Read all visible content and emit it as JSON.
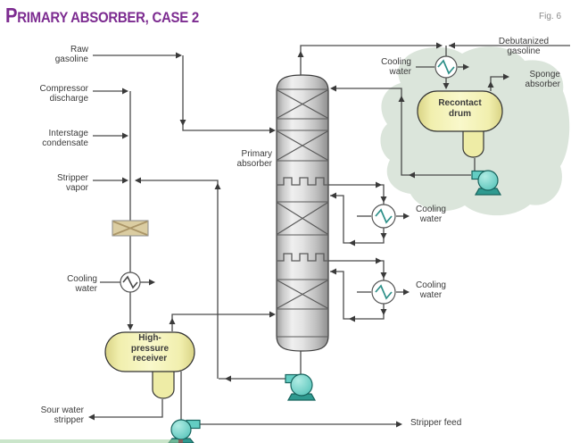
{
  "title": "PRIMARY ABSORBER, CASE 2",
  "fig_label": "Fig. 6",
  "labels": {
    "raw_gasoline": "Raw\ngasoline",
    "compressor_discharge": "Compressor\ndischarge",
    "interstage_condensate": "Interstage\ncondensate",
    "stripper_vapor": "Stripper\nvapor",
    "cooling_water_left": "Cooling\nwater",
    "sour_water_stripper": "Sour water\nstripper",
    "primary_absorber": "Primary\nabsorber",
    "debutanized_gasoline": "Debutanized\ngasoline",
    "cooling_water_overhead": "Cooling\nwater",
    "sponge_absorber": "Sponge\nabsorber",
    "cooling_water_intercooler_upper": "Cooling\nwater",
    "cooling_water_intercooler_lower": "Cooling\nwater",
    "stripper_feed": "Stripper feed"
  },
  "equipment": {
    "recontact_drum": "Recontact\ndrum",
    "high_pressure_receiver": "High-\npressure\nreceiver"
  },
  "colors": {
    "title": "#7c2b90",
    "line": "#4a4a4a",
    "text": "#3b3b3b",
    "fig": "#8a8a8a",
    "vessel": "#f6f4bd",
    "vessel_edge": "#d9d385",
    "pump": "#63cdc3",
    "pump_dark": "#2f9a90",
    "blob": "#dbe5db",
    "tan": "#dbcda2",
    "coil": "#2e9089"
  }
}
